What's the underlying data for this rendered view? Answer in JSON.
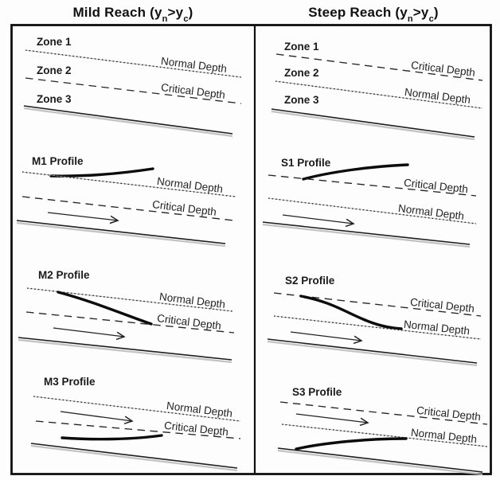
{
  "figure": {
    "line_labels": {
      "normal": "Normal Depth",
      "critical": "Critical Depth"
    },
    "mild": {
      "title": {
        "prefix": "Mild Reach (y",
        "sub_n": "n",
        "middle": ">y",
        "sub_c": "c",
        "suffix": ")"
      },
      "zone_labels": [
        "Zone 1",
        "Zone 2",
        "Zone 3"
      ],
      "profile_labels": [
        "M1 Profile",
        "M2 Profile",
        "M3 Profile"
      ]
    },
    "steep": {
      "title": {
        "prefix": "Steep Reach (y",
        "sub_n": "n",
        "middle": ">y",
        "sub_c": "c",
        "suffix": ")"
      },
      "zone_labels": [
        "Zone 1",
        "Zone 2",
        "Zone 3"
      ],
      "profile_labels": [
        "S1 Profile",
        "S2 Profile",
        "S3 Profile"
      ]
    },
    "colors": {
      "ink": "#1a1a1a",
      "background": "#fdfdfd",
      "bed_shadow": "#b8b8b8"
    }
  }
}
